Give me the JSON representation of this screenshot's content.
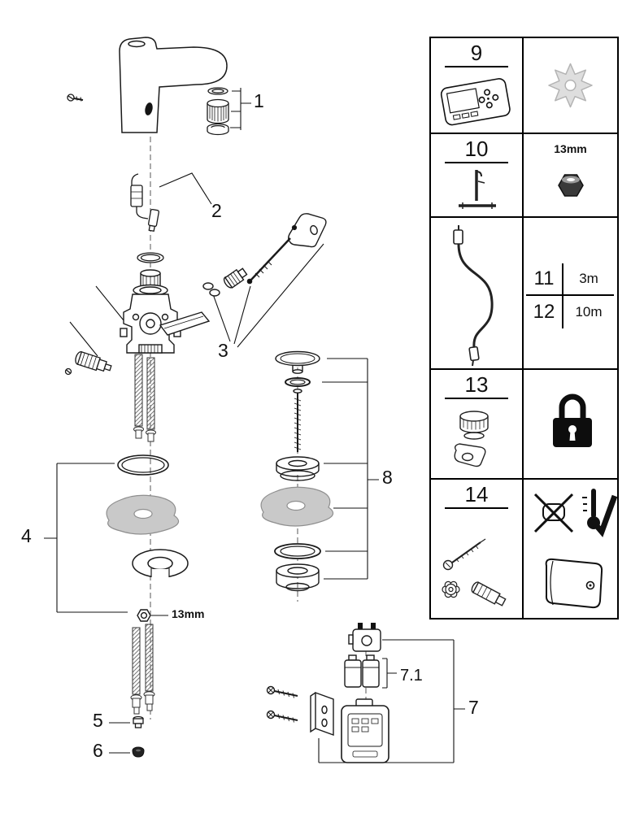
{
  "colors": {
    "line": "#1a1a1a",
    "gray_part": "#c9c9c9",
    "panel_border": "#000000"
  },
  "callouts": {
    "c1": "1",
    "c2": "2",
    "c3": "3",
    "c4": "4",
    "c5": "5",
    "c6": "6",
    "c7": "7",
    "c71": "7.1",
    "c8": "8",
    "nut_size": "13mm"
  },
  "panel": {
    "n9": "9",
    "n10": "10",
    "n11": "11",
    "n12": "12",
    "n13": "13",
    "n14": "14",
    "len_11": "3m",
    "len_12": "10m",
    "nut_size": "13mm",
    "icons": {
      "row9": [
        "remote-control-icon",
        "gear-icon"
      ],
      "row10": [
        "mounting-tool-icon",
        "hex-nut-13mm-icon"
      ],
      "row11_12": [
        "extension-cable-icon"
      ],
      "row13": [
        "aerator-service-kit-icon",
        "padlock-icon"
      ],
      "row14": [
        "screw-valve-kit-icon",
        "no-contact-icon",
        "thermal-disinfection-check-icon",
        "cover-icon"
      ]
    }
  }
}
